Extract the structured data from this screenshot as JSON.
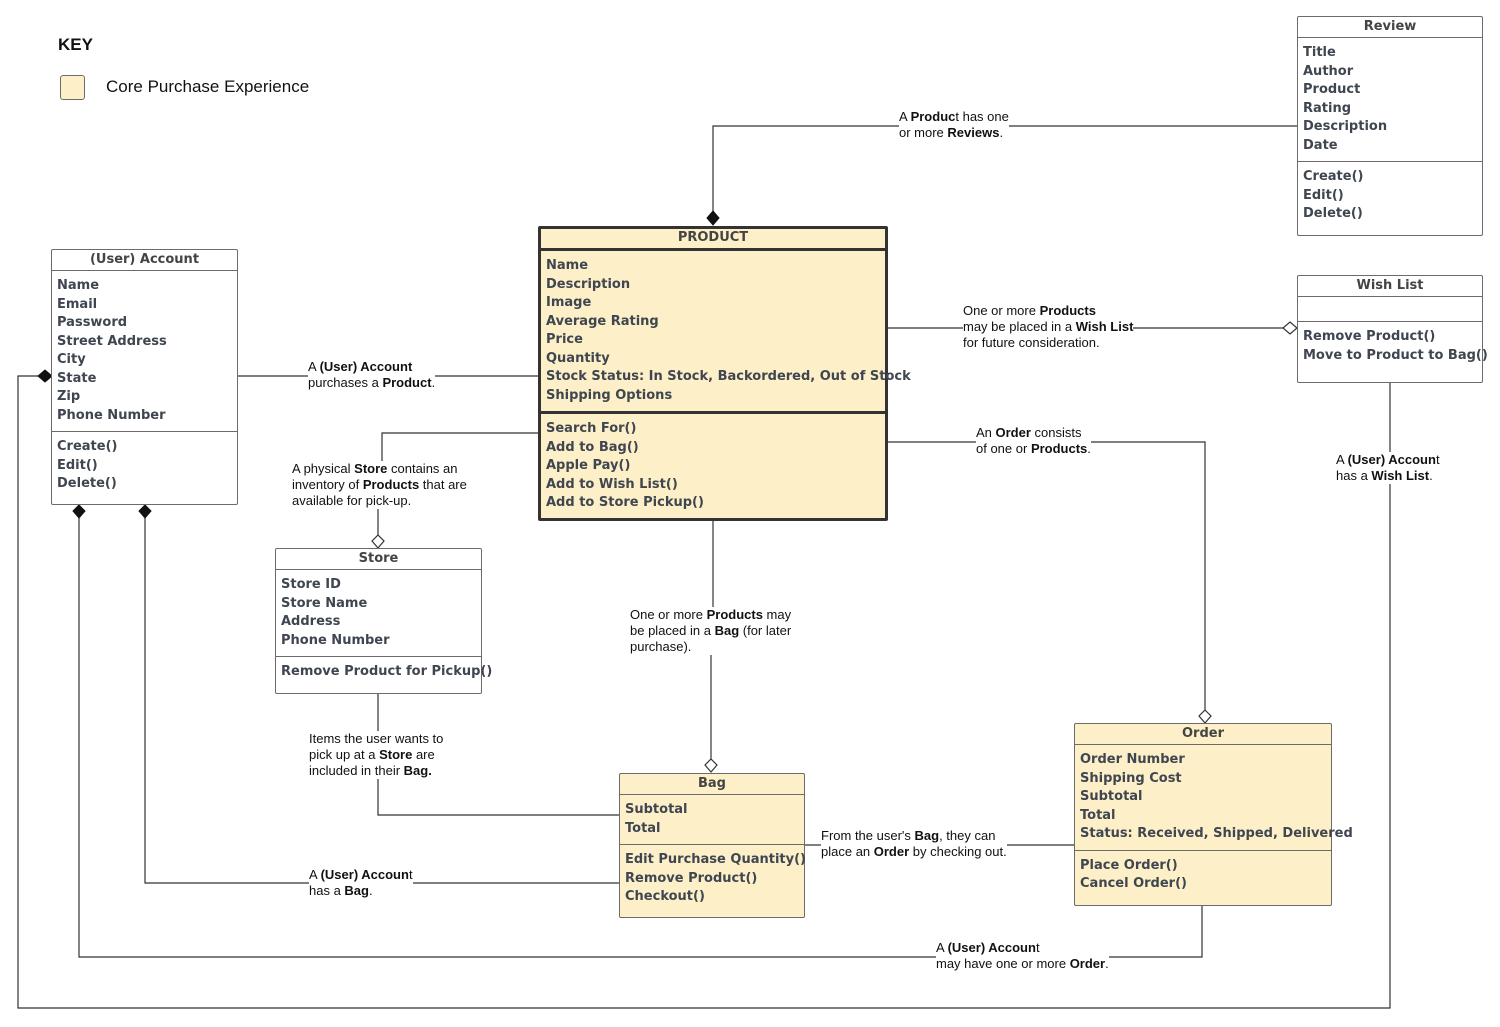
{
  "key": {
    "title": "KEY",
    "legend_label": "Core Purchase Experience",
    "legend_color": "#fdf0c9"
  },
  "colors": {
    "core_fill": "#fdf0c9",
    "line": "#333333",
    "border": "#6b6b6b"
  },
  "classes": {
    "review": {
      "title": "Review",
      "attributes": [
        "Title",
        "Author",
        "Product",
        "Rating",
        "Description",
        "Date"
      ],
      "methods": [
        "Create()",
        "Edit()",
        "Delete()"
      ]
    },
    "product": {
      "title": "PRODUCT",
      "attributes": [
        "Name",
        "Description",
        "Image",
        "Average Rating",
        "Price",
        "Quantity",
        "Stock Status: In Stock, Backordered, Out of Stock",
        "Shipping Options"
      ],
      "methods": [
        "Search For()",
        "Add to Bag()",
        "Apple Pay()",
        "Add to Wish List()",
        "Add to Store Pickup()"
      ]
    },
    "account": {
      "title": "(User) Account",
      "attributes": [
        "Name",
        "Email",
        "Password",
        "Street Address",
        "City",
        "State",
        "Zip",
        "Phone Number"
      ],
      "methods": [
        "Create()",
        "Edit()",
        "Delete()"
      ]
    },
    "wishlist": {
      "title": "Wish List",
      "attributes": [],
      "methods": [
        "Remove Product()",
        "Move to Product to Bag()"
      ]
    },
    "store": {
      "title": "Store",
      "attributes": [
        "Store ID",
        "Store Name",
        "Address",
        "Phone Number"
      ],
      "methods": [
        "Remove Product for Pickup()"
      ]
    },
    "bag": {
      "title": "Bag",
      "attributes": [
        "Subtotal",
        "Total"
      ],
      "methods": [
        "Edit Purchase Quantity()",
        "Remove Product()",
        "Checkout()"
      ]
    },
    "order": {
      "title": "Order",
      "attributes": [
        "Order Number",
        "Shipping Cost",
        "Subtotal",
        "Total",
        "Status: Received, Shipped, Delivered"
      ],
      "methods": [
        "Place Order()",
        "Cancel Order()"
      ]
    }
  },
  "relations": {
    "product_review": {
      "line1": [
        {
          "t": "A "
        },
        {
          "t": "Produc",
          "b": true
        },
        {
          "t": "t has one"
        }
      ],
      "line2": [
        {
          "t": "or more "
        },
        {
          "t": "Reviews",
          "b": true
        },
        {
          "t": "."
        }
      ]
    },
    "account_product": {
      "line1": [
        {
          "t": "A "
        },
        {
          "t": "(User) Account",
          "b": true
        }
      ],
      "line2": [
        {
          "t": "purchases a "
        },
        {
          "t": "Product",
          "b": true
        },
        {
          "t": "."
        }
      ]
    },
    "product_wishlist": {
      "line1": [
        {
          "t": "One or more "
        },
        {
          "t": "Products",
          "b": true
        }
      ],
      "line2": [
        {
          "t": "may be placed in a "
        },
        {
          "t": "Wish List",
          "b": true
        }
      ],
      "line3": [
        {
          "t": "for future consideration."
        }
      ]
    },
    "product_order": {
      "line1": [
        {
          "t": "An "
        },
        {
          "t": "Order",
          "b": true
        },
        {
          "t": " consists"
        }
      ],
      "line2": [
        {
          "t": "of one or "
        },
        {
          "t": "Products",
          "b": true
        },
        {
          "t": "."
        }
      ]
    },
    "account_wishlist": {
      "line1": [
        {
          "t": "A "
        },
        {
          "t": "(User) Accoun",
          "b": true
        },
        {
          "t": "t"
        }
      ],
      "line2": [
        {
          "t": "has a "
        },
        {
          "t": "Wish List",
          "b": true
        },
        {
          "t": "."
        }
      ]
    },
    "store_product": {
      "line1": [
        {
          "t": "A physical "
        },
        {
          "t": "Store",
          "b": true
        },
        {
          "t": " contains an"
        }
      ],
      "line2": [
        {
          "t": "inventory of "
        },
        {
          "t": "Products",
          "b": true
        },
        {
          "t": " that are"
        }
      ],
      "line3": [
        {
          "t": "available for pick-up."
        }
      ]
    },
    "product_bag": {
      "line1": [
        {
          "t": "One or more "
        },
        {
          "t": "Products",
          "b": true
        },
        {
          "t": " may"
        }
      ],
      "line2": [
        {
          "t": "be placed in a "
        },
        {
          "t": "Bag",
          "b": true
        },
        {
          "t": " (for later"
        }
      ],
      "line3": [
        {
          "t": "purchase)."
        }
      ]
    },
    "store_bag": {
      "line1": [
        {
          "t": "Items the user wants to"
        }
      ],
      "line2": [
        {
          "t": "pick up at a "
        },
        {
          "t": "Store",
          "b": true
        },
        {
          "t": " are"
        }
      ],
      "line3": [
        {
          "t": "included in their "
        },
        {
          "t": "Bag.",
          "b": true
        }
      ]
    },
    "bag_order": {
      "line1": [
        {
          "t": "From the user's "
        },
        {
          "t": "Bag",
          "b": true
        },
        {
          "t": ", they can"
        }
      ],
      "line2": [
        {
          "t": "place an "
        },
        {
          "t": "Order",
          "b": true
        },
        {
          "t": " by checking out."
        }
      ]
    },
    "account_bag": {
      "line1": [
        {
          "t": "A "
        },
        {
          "t": "(User) Accoun",
          "b": true
        },
        {
          "t": "t"
        }
      ],
      "line2": [
        {
          "t": "has a "
        },
        {
          "t": "Bag",
          "b": true
        },
        {
          "t": "."
        }
      ]
    },
    "account_order": {
      "line1": [
        {
          "t": "A "
        },
        {
          "t": "(User) Accoun",
          "b": true
        },
        {
          "t": "t"
        }
      ],
      "line2": [
        {
          "t": "may have one or more "
        },
        {
          "t": "Order",
          "b": true
        },
        {
          "t": "."
        }
      ]
    }
  }
}
